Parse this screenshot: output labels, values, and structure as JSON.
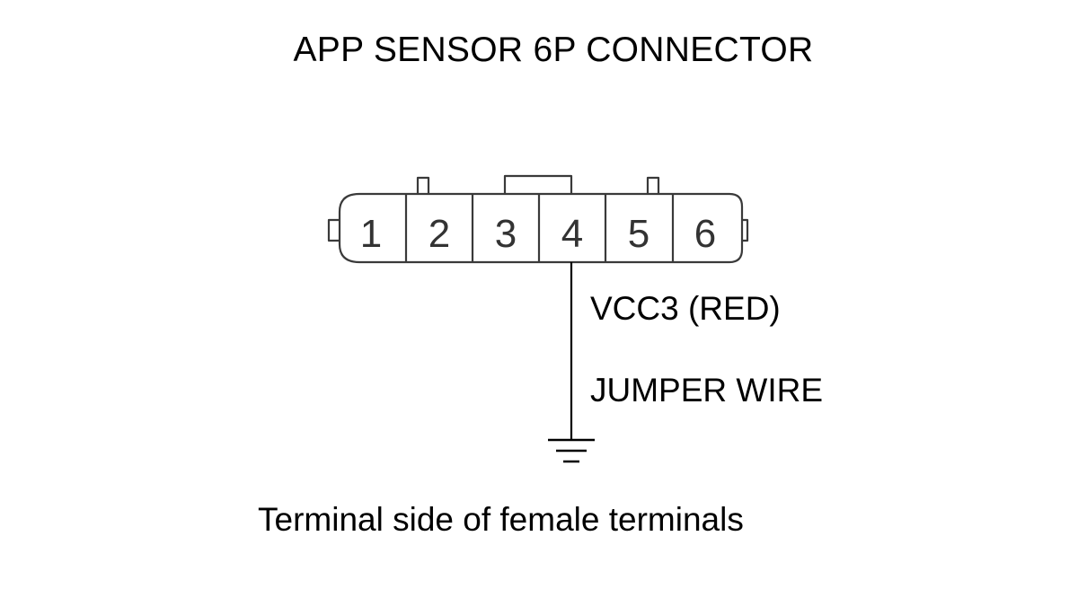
{
  "title": "APP SENSOR 6P CONNECTOR",
  "connector": {
    "pins": [
      "1",
      "2",
      "3",
      "4",
      "5",
      "6"
    ],
    "wired_pin": "4"
  },
  "wire": {
    "signal_label": "VCC3 (RED)",
    "jumper_label": "JUMPER WIRE"
  },
  "caption": "Terminal side of female terminals",
  "colors": {
    "line": "#000000",
    "outline": "#3a3a3a",
    "pin_text": "#333333",
    "background": "#ffffff"
  },
  "icons": {
    "ground": "ground-symbol-icon"
  }
}
